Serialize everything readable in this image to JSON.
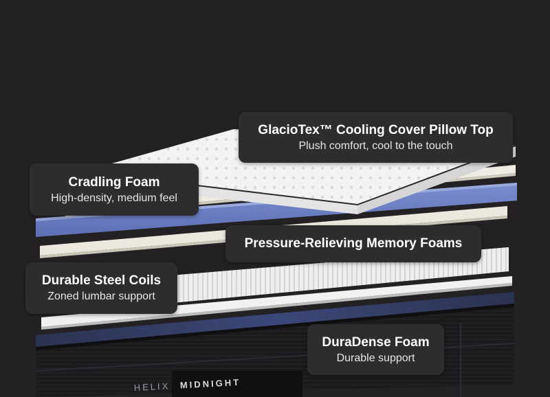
{
  "callouts": {
    "cover": {
      "title": "GlacioTex™ Cooling Cover Pillow Top",
      "subtitle": "Plush comfort, cool to the touch"
    },
    "cradling": {
      "title": "Cradling Foam",
      "subtitle": "High-density, medium feel"
    },
    "memory": {
      "title": "Pressure-Relieving Memory Foams"
    },
    "coils": {
      "title": "Durable Steel Coils",
      "subtitle": "Zoned lumbar support"
    },
    "duradense": {
      "title": "DuraDense Foam",
      "subtitle": "Durable support"
    }
  },
  "base_label": {
    "brand": "HELIX",
    "model": "MIDNIGHT"
  },
  "colors": {
    "background": "#232123",
    "callout_bg": "#2e2c2e",
    "foam_blue": "#6b7fc4",
    "foam_cream": "#ebe8dd",
    "base_black": "#161618"
  }
}
